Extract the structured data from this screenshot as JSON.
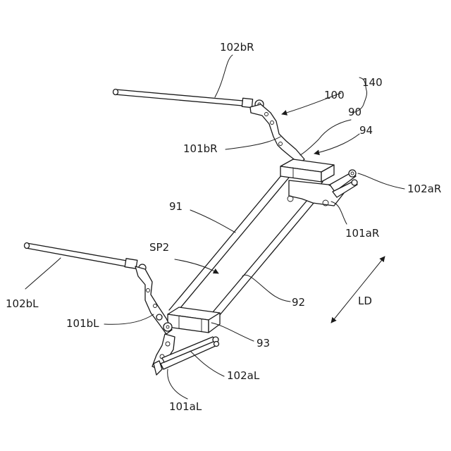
{
  "labels": {
    "l102bR": "102bR",
    "l140": "140",
    "l100": "100",
    "l90": "90",
    "l94": "94",
    "l101bR": "101bR",
    "l102aR": "102aR",
    "l91": "91",
    "l101aR": "101aR",
    "lSP2": "SP2",
    "lLD": "LD",
    "l92": "92",
    "l102bL": "102bL",
    "l101bL": "101bL",
    "l93": "93",
    "l102aL": "102aL",
    "l101aL": "101aL"
  }
}
